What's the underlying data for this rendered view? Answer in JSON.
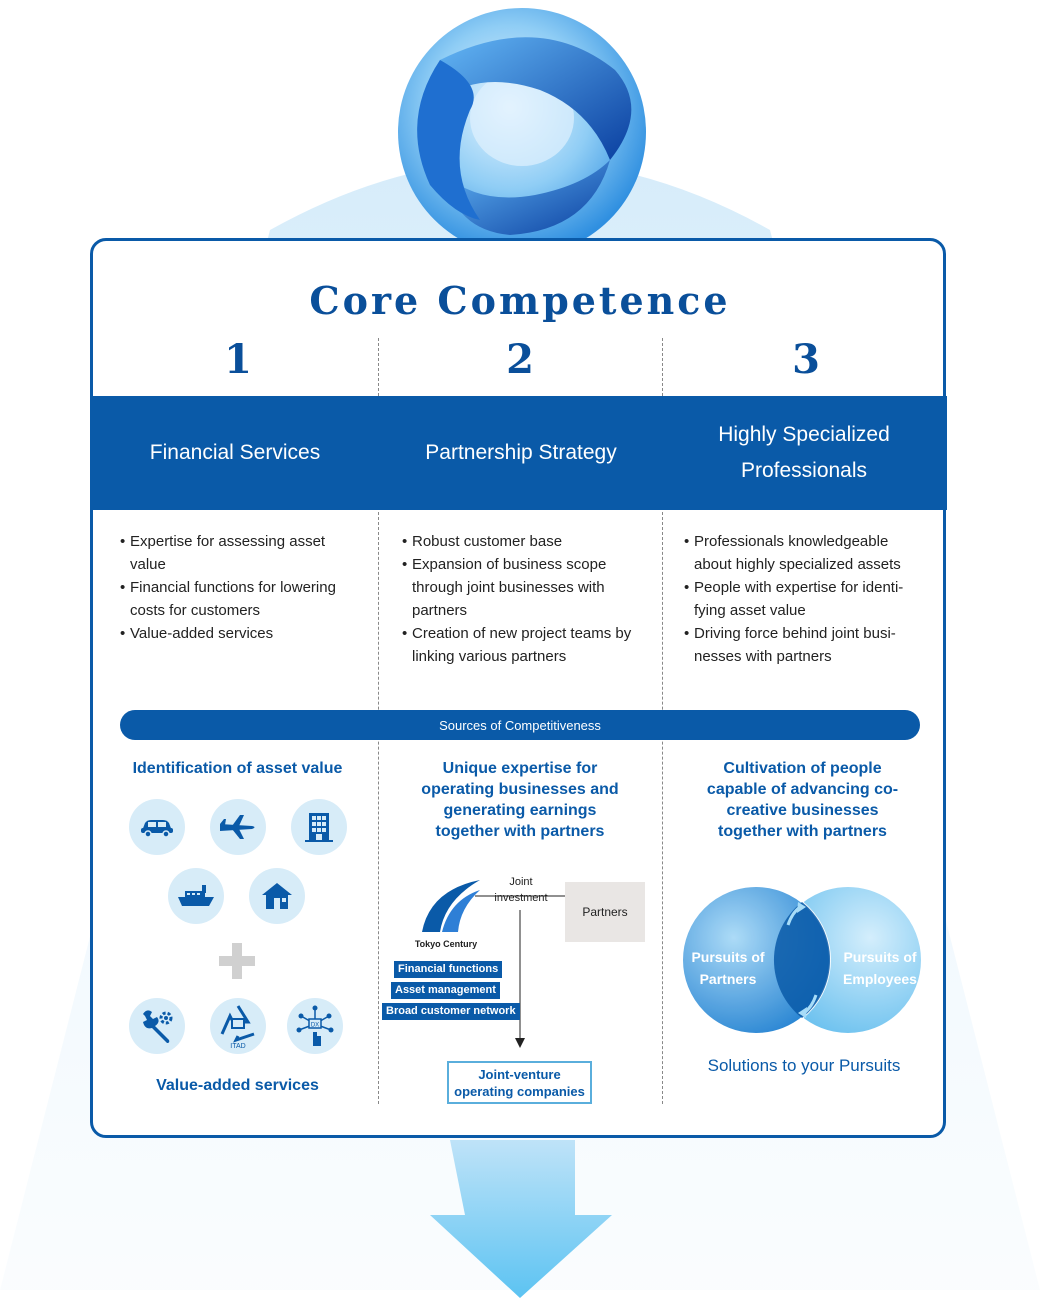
{
  "title": "Core Competence",
  "columns": [
    {
      "number": "1",
      "heading": "Financial Services",
      "bullets": [
        "Expertise for assessing asset value",
        "Financial functions for lowering costs for customers",
        "Value-added services"
      ],
      "source": "Identification of asset value"
    },
    {
      "number": "2",
      "heading": "Partnership Strategy",
      "bullets": [
        "Robust customer base",
        "Expansion of business scope through joint businesses with partners",
        "Creation of new project teams by linking various partners"
      ],
      "source": "Unique expertise for operating businesses and generating earnings together with partners"
    },
    {
      "number": "3",
      "heading": "Highly Specialized Professionals",
      "bullets": [
        "Professionals knowledgeable about highly specialized assets",
        "People with expertise for identi-fying asset value",
        "Driving force behind joint busi-nesses with partners"
      ],
      "source": "Cultivation of people capable of advancing co-creative businesses together with partners"
    }
  ],
  "sources_bar": "Sources of Competitiveness",
  "col1": {
    "asset_icons": [
      "car-icon",
      "airplane-icon",
      "building-icon",
      "ship-icon",
      "house-icon"
    ],
    "service_icons": [
      "wrench-gear-icon",
      "itad-recycle-icon",
      "dx-hand-icon"
    ],
    "itad_label": "ITAD",
    "dx_label": "DX",
    "footer": "Value-added services"
  },
  "col2": {
    "logo_text": "Tokyo Century",
    "joint_investment": "Joint investment",
    "partners": "Partners",
    "tags": [
      "Financial functions",
      "Asset management",
      "Broad customer network"
    ],
    "jv": "Joint-venture operating companies"
  },
  "col3": {
    "venn_left": "Pursuits of Partners",
    "venn_right": "Pursuits of Employees",
    "footer": "Solutions to your Pursuits"
  },
  "colors": {
    "brand_blue": "#0a5aa8",
    "light_blue": "#d7ecf8"
  }
}
